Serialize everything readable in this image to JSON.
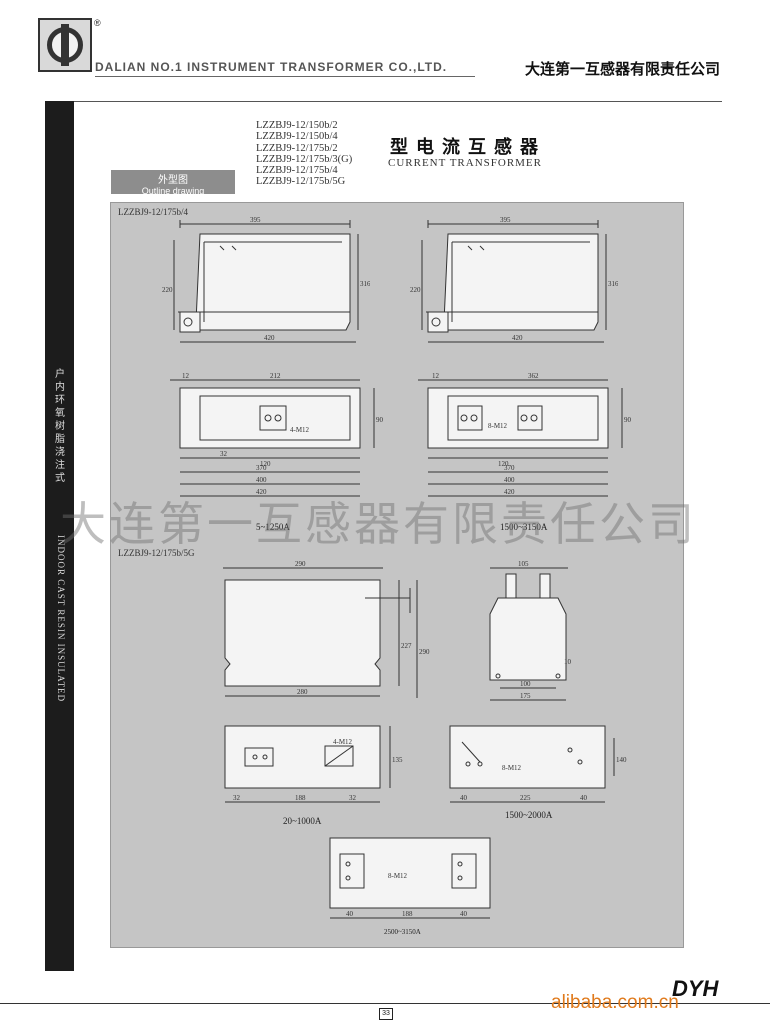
{
  "header": {
    "reg_mark": "®",
    "company_en": "DALIAN NO.1 INSTRUMENT TRANSFORMER CO.,LTD.",
    "company_cn": "大连第一互感器有限责任公司"
  },
  "sidebar": {
    "text_cn": "户内环氧树脂浇注式",
    "text_en": "INDOOR CAST RESIN INSULATED"
  },
  "title": {
    "models": [
      "LZZBJ9-12/150b/2",
      "LZZBJ9-12/150b/4",
      "LZZBJ9-12/175b/2",
      "LZZBJ9-12/175b/3(G)",
      "LZZBJ9-12/175b/4",
      "LZZBJ9-12/175b/5G"
    ],
    "product_cn": "型电流互感器",
    "product_en": "CURRENT TRANSFORMER",
    "outline_cn": "外型图",
    "outline_en": "Outline drawing"
  },
  "panel": {
    "section1_label": "LZZBJ9-12/175b/4",
    "section2_label": "LZZBJ9-12/175b/5G",
    "captions": {
      "c1": "5~1250A",
      "c2": "1500~3150A",
      "c3": "20~1000A",
      "c4": "1500~2000A",
      "c5": "2500~3150A"
    },
    "dims": {
      "d395": "395",
      "d220": "220",
      "d316": "316",
      "d420": "420",
      "d12": "12",
      "d212": "212",
      "d362": "362",
      "d120": "120",
      "d4m12": "4-M12",
      "d8m12": "8-M12",
      "d370": "370",
      "d400": "400",
      "d32": "32",
      "d90": "90",
      "d290": "290",
      "d227": "227",
      "d280": "280",
      "d105": "105",
      "d100": "100",
      "d175": "175",
      "d188": "188",
      "d40": "40",
      "d225": "225",
      "d10": "10",
      "d135": "135",
      "d140": "140"
    }
  },
  "watermark": "大连第一互感器有限责任公司",
  "footer": {
    "page_number": "33",
    "brand": "DYH",
    "alibaba": "alibaba.com.cn"
  }
}
